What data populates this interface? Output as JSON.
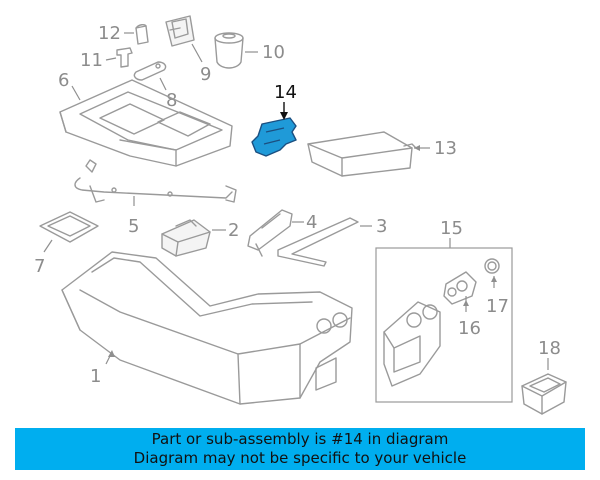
{
  "diagram": {
    "callouts": [
      "1",
      "2",
      "3",
      "4",
      "5",
      "6",
      "7",
      "8",
      "9",
      "10",
      "11",
      "12",
      "13",
      "14",
      "15",
      "16",
      "17",
      "18"
    ],
    "highlighted": "14"
  },
  "banner": {
    "line1": "Part or sub-assembly is #14 in diagram",
    "line2": "Diagram may not be specific to your vehicle"
  },
  "colors": {
    "banner_bg": "#00aeef",
    "highlight_part": "#1f9ad8",
    "line_art": "#9a9a9a"
  }
}
